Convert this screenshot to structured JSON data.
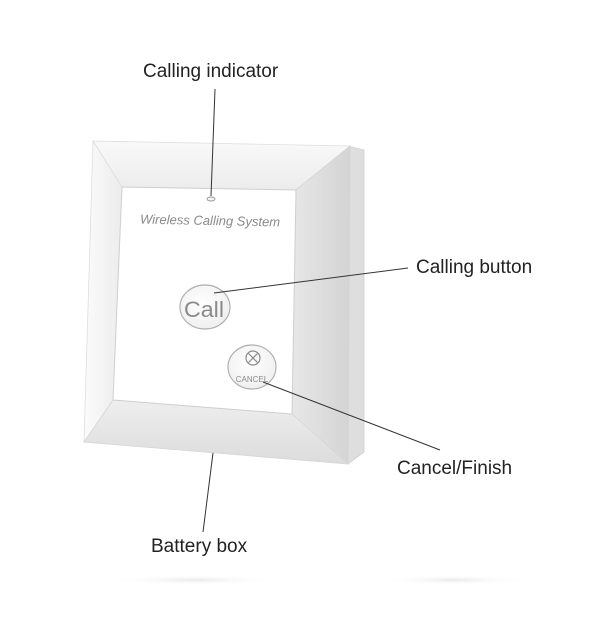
{
  "device": {
    "brand_text": "Wireless Calling System",
    "call_button_text": "Call",
    "cancel_button_text": "CANCEL"
  },
  "callouts": {
    "calling_indicator": "Calling indicator",
    "calling_button": "Calling button",
    "cancel_finish": "Cancel/Finish",
    "battery_box": "Battery box"
  },
  "colors": {
    "frame_light": "#f7f7f7",
    "frame_shadow": "#d9d9d9",
    "panel": "#ffffff",
    "label_text": "#222222",
    "device_text": "#8a8a8a",
    "leader_line": "#333333"
  }
}
